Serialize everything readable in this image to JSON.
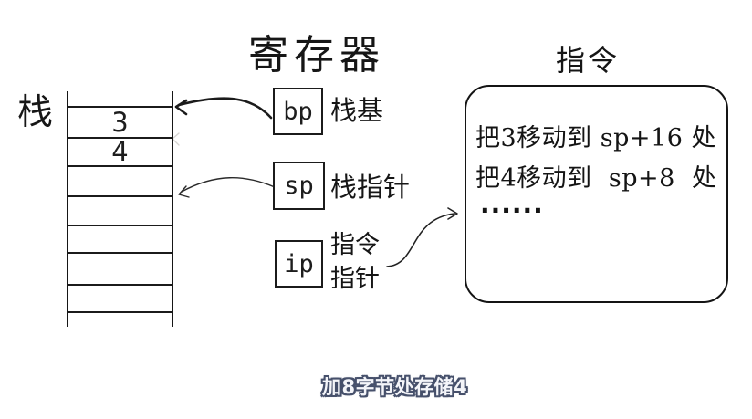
{
  "titles": {
    "registers": "寄存器",
    "instructions": "指令"
  },
  "stack": {
    "label": "栈",
    "cells": [
      "3",
      "4",
      "",
      "",
      "",
      "",
      ""
    ]
  },
  "registers": [
    {
      "name": "bp",
      "desc": "栈基"
    },
    {
      "name": "sp",
      "desc": "栈指针"
    },
    {
      "name": "ip",
      "desc": "指令\n指针"
    }
  ],
  "instruction_box": {
    "line1": "把3移动到 sp+16 处",
    "line2": "把4移动到  sp+8  处",
    "ellipsis": "......"
  },
  "subtitle": "加8字节处存储4",
  "colors": {
    "ink": "#1b1b1b",
    "background": "#ffffff",
    "subtitle_text": "#f4f5f9",
    "subtitle_outline": "#46506b"
  }
}
